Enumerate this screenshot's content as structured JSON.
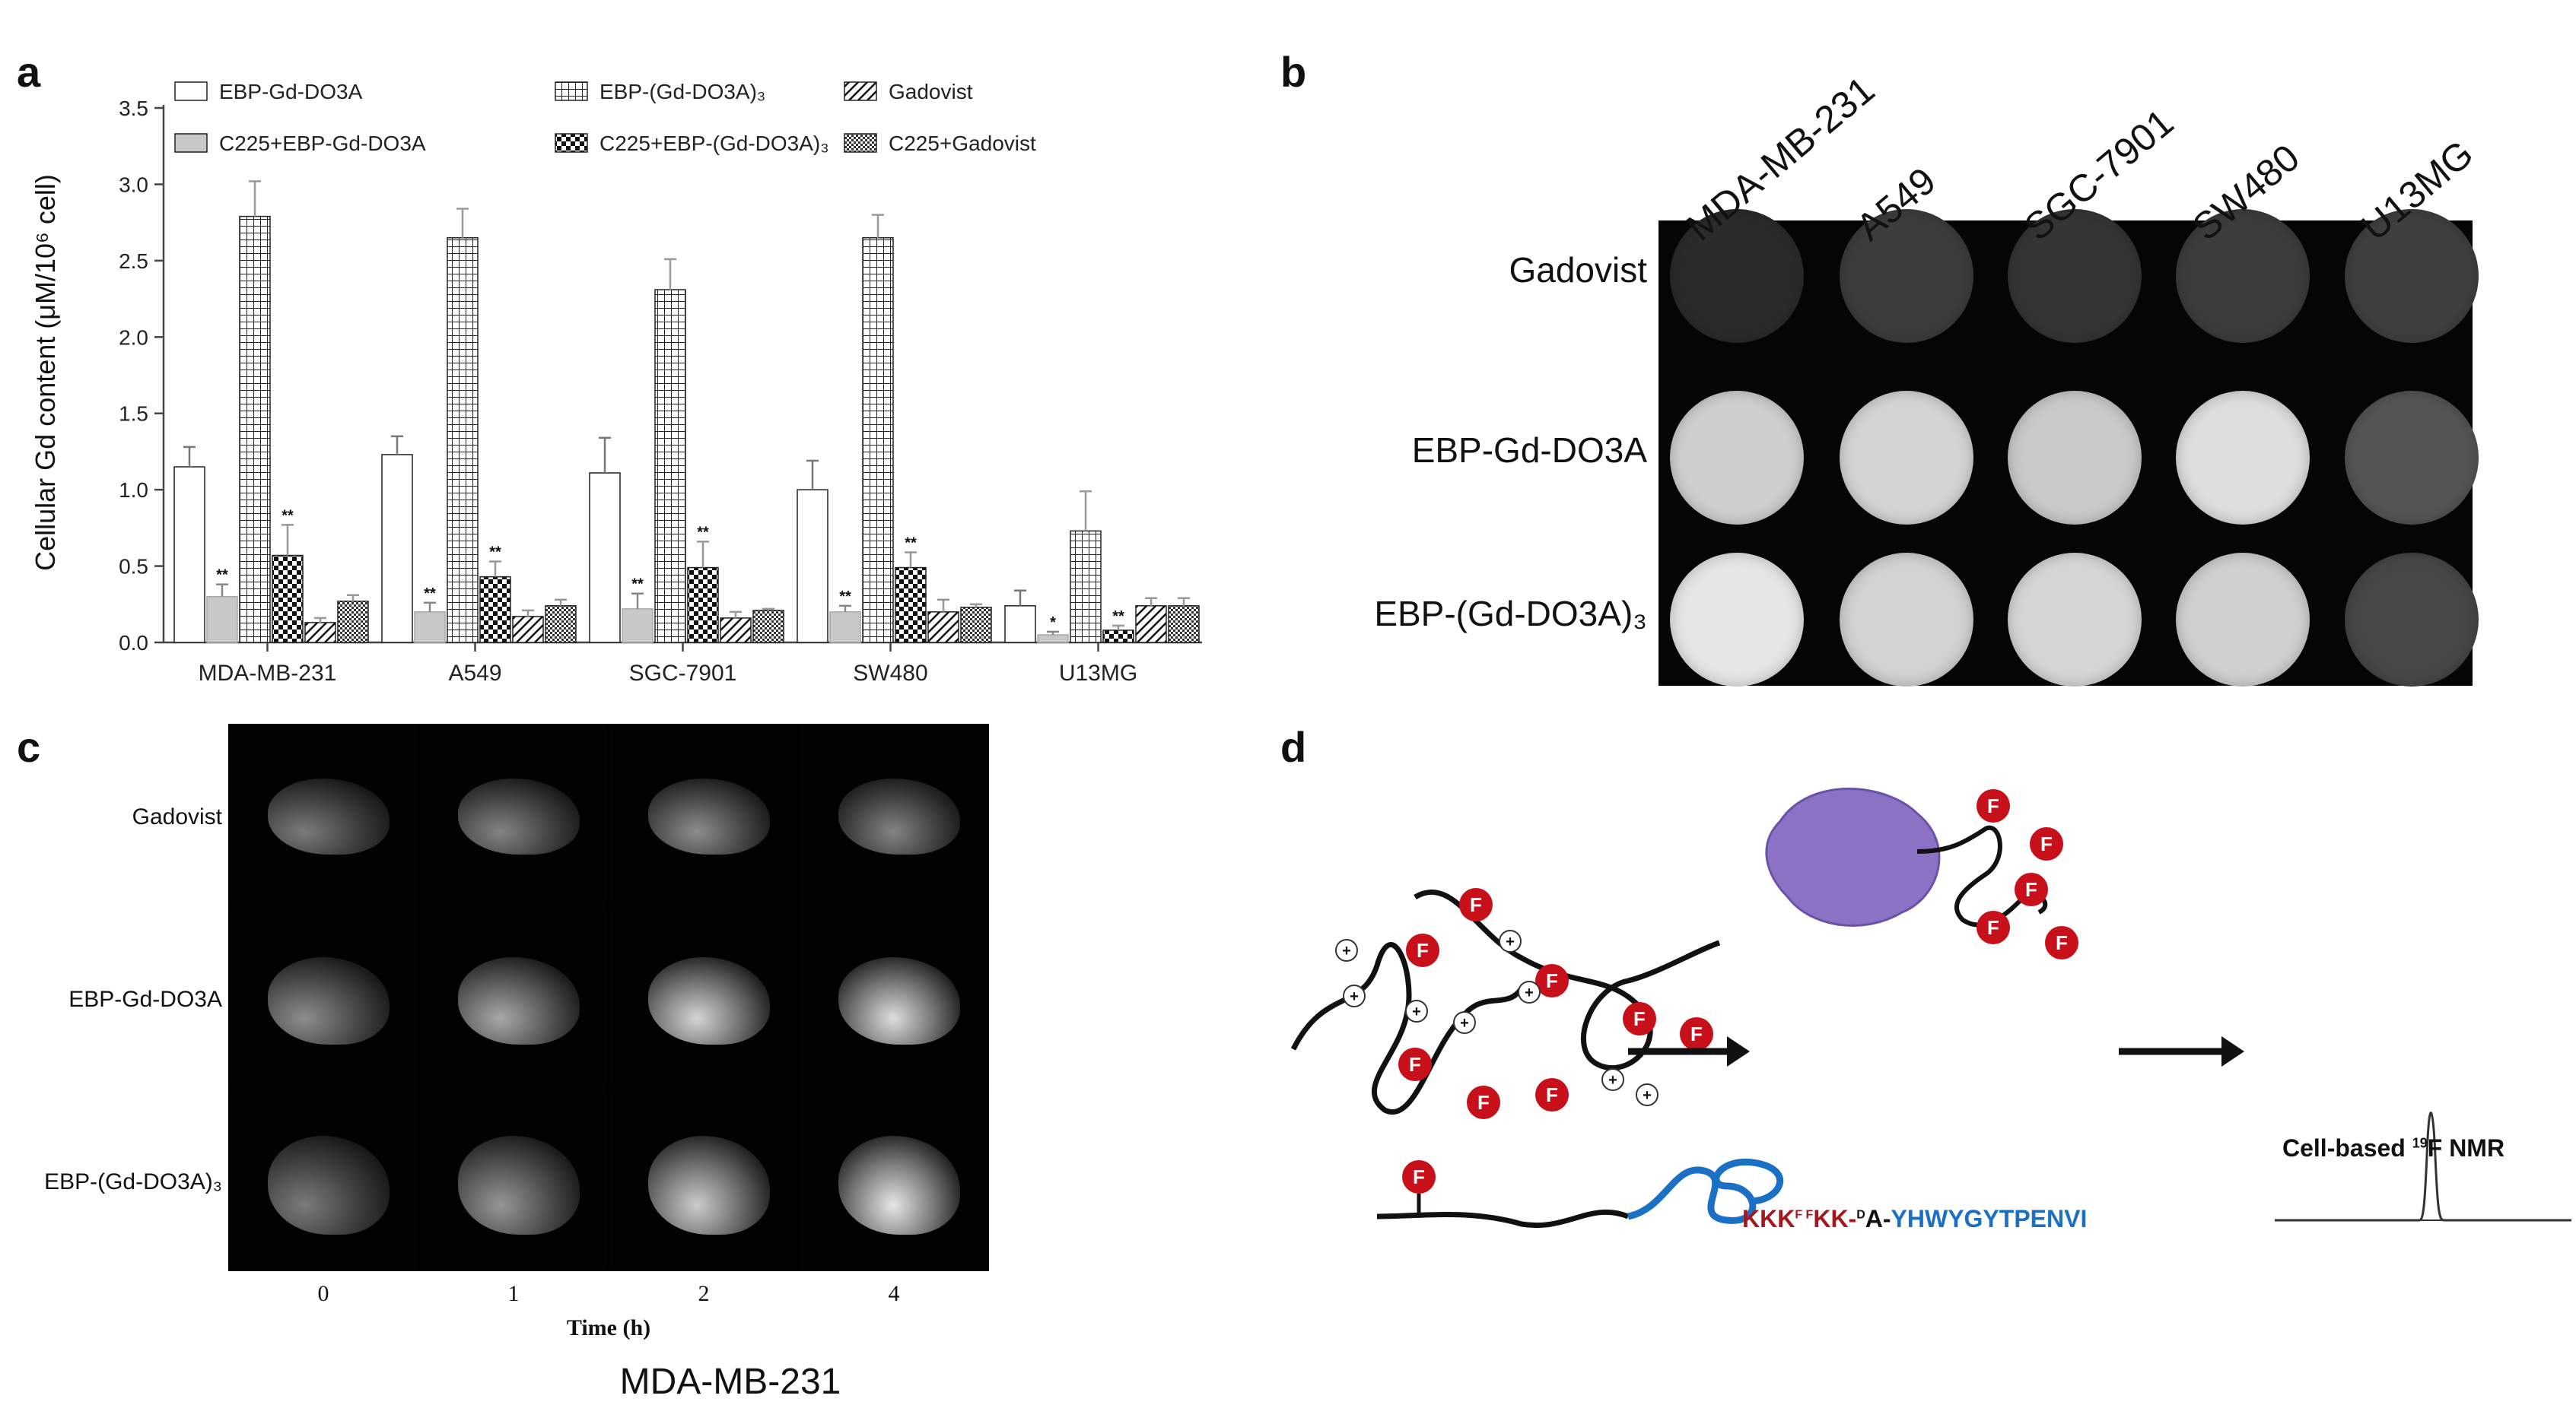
{
  "panels": {
    "a": "a",
    "b": "b",
    "c": "c",
    "d": "d"
  },
  "chart_data": {
    "type": "bar",
    "categories": [
      "MDA-MB-231",
      "A549",
      "SGC-7901",
      "SW480",
      "U13MG"
    ],
    "ylabel": "Cellular Gd content (μM/10⁶ cell)",
    "xlabel": "",
    "ylim": [
      0,
      3.5
    ],
    "yticks": [
      "0.0",
      "0.5",
      "1.0",
      "1.5",
      "2.0",
      "2.5",
      "3.0",
      "3.5"
    ],
    "legend_position": "top",
    "series": [
      {
        "name": "EBP-Gd-DO3A",
        "pattern": "white",
        "values": [
          1.15,
          1.23,
          1.11,
          1.0,
          0.24
        ],
        "errors": [
          0.13,
          0.12,
          0.23,
          0.19,
          0.1
        ],
        "marks": [
          "",
          "",
          "",
          "",
          ""
        ]
      },
      {
        "name": "C225+EBP-Gd-DO3A",
        "pattern": "gray",
        "values": [
          0.3,
          0.2,
          0.22,
          0.2,
          0.05
        ],
        "errors": [
          0.08,
          0.06,
          0.1,
          0.04,
          0.02
        ],
        "marks": [
          "**",
          "**",
          "**",
          "**",
          "*"
        ]
      },
      {
        "name": "EBP-(Gd-DO3A)₃",
        "pattern": "grid",
        "values": [
          2.79,
          2.65,
          2.31,
          2.65,
          0.73
        ],
        "errors": [
          0.23,
          0.19,
          0.2,
          0.15,
          0.26
        ],
        "marks": [
          "",
          "",
          "",
          "",
          ""
        ]
      },
      {
        "name": "C225+EBP-(Gd-DO3A)₃",
        "pattern": "checker",
        "values": [
          0.57,
          0.43,
          0.49,
          0.49,
          0.08
        ],
        "errors": [
          0.2,
          0.1,
          0.17,
          0.1,
          0.03
        ],
        "marks": [
          "**",
          "**",
          "**",
          "**",
          "**"
        ]
      },
      {
        "name": "Gadovist",
        "pattern": "diagonal",
        "values": [
          0.13,
          0.17,
          0.16,
          0.2,
          0.24
        ],
        "errors": [
          0.03,
          0.04,
          0.04,
          0.08,
          0.05
        ],
        "marks": [
          "",
          "",
          "",
          "",
          ""
        ]
      },
      {
        "name": "C225+Gadovist",
        "pattern": "fine",
        "values": [
          0.27,
          0.24,
          0.21,
          0.23,
          0.24
        ],
        "errors": [
          0.04,
          0.04,
          0.01,
          0.02,
          0.05
        ],
        "marks": [
          "",
          "",
          "",
          "",
          ""
        ]
      }
    ]
  },
  "panel_b": {
    "columns": [
      "MDA-MB-231",
      "A549",
      "SGC-7901",
      "SW480",
      "U13MG"
    ],
    "rows": [
      {
        "label": "Gadovist",
        "shades": [
          "#2b2b2b",
          "#3d3d3d",
          "#353535",
          "#3d3d3d",
          "#404040"
        ]
      },
      {
        "label": "EBP-Gd-DO3A",
        "shades": [
          "#cfcfcf",
          "#d4d4d4",
          "#cacaca",
          "#dedede",
          "#555555"
        ]
      },
      {
        "label": "EBP-(Gd-DO3A)₃",
        "shades": [
          "#e6e6e6",
          "#d2d2d2",
          "#d6d6d6",
          "#d0d0d0",
          "#474747"
        ]
      }
    ]
  },
  "panel_c": {
    "rows": [
      {
        "label": "Gadovist",
        "intensity": [
          0.35,
          0.4,
          0.45,
          0.4
        ]
      },
      {
        "label": "EBP-Gd-DO3A",
        "intensity": [
          0.45,
          0.6,
          0.85,
          0.9
        ]
      },
      {
        "label": "EBP-(Gd-DO3A)₃",
        "intensity": [
          0.35,
          0.5,
          0.8,
          0.95
        ]
      }
    ],
    "time_points": [
      "0",
      "1",
      "2",
      "4"
    ],
    "axis_label": "Time (h)",
    "caption": "MDA-MB-231"
  },
  "panel_d": {
    "f_label": "F",
    "plus_label": "+",
    "sequence_red": "KKK",
    "sequence_sup": "F F",
    "sequence_mid": "KK-",
    "sequence_sup2": "D",
    "sequence_mid2": "A-",
    "sequence_blue": "YHWYGYTPENVI",
    "nmr_label": "Cell-based",
    "nmr_sup": "19",
    "nmr_label2": "F NMR",
    "colors": {
      "fluorine": "#c8101a",
      "protein": "#8c72c4",
      "peptide": "#1b6fc4",
      "sequence_red": "#a3171d"
    }
  }
}
